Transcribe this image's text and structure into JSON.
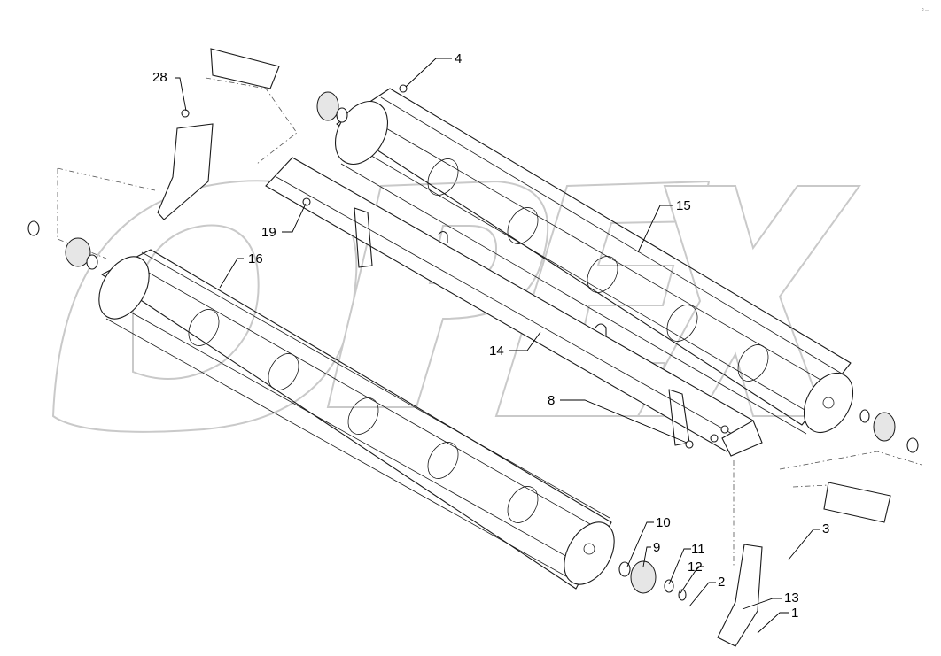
{
  "diagram": {
    "watermark_text": "OPEX",
    "corner_mark": "© —",
    "callouts": [
      {
        "id": "c1",
        "label": "1"
      },
      {
        "id": "c2",
        "label": "2"
      },
      {
        "id": "c3",
        "label": "3"
      },
      {
        "id": "c4",
        "label": "4"
      },
      {
        "id": "c8",
        "label": "8"
      },
      {
        "id": "c9",
        "label": "9"
      },
      {
        "id": "c10",
        "label": "10"
      },
      {
        "id": "c11",
        "label": "11"
      },
      {
        "id": "c12",
        "label": "12"
      },
      {
        "id": "c13",
        "label": "13"
      },
      {
        "id": "c14",
        "label": "14"
      },
      {
        "id": "c15",
        "label": "15"
      },
      {
        "id": "c16",
        "label": "16"
      },
      {
        "id": "c19",
        "label": "19"
      },
      {
        "id": "c28",
        "label": "28"
      }
    ]
  }
}
